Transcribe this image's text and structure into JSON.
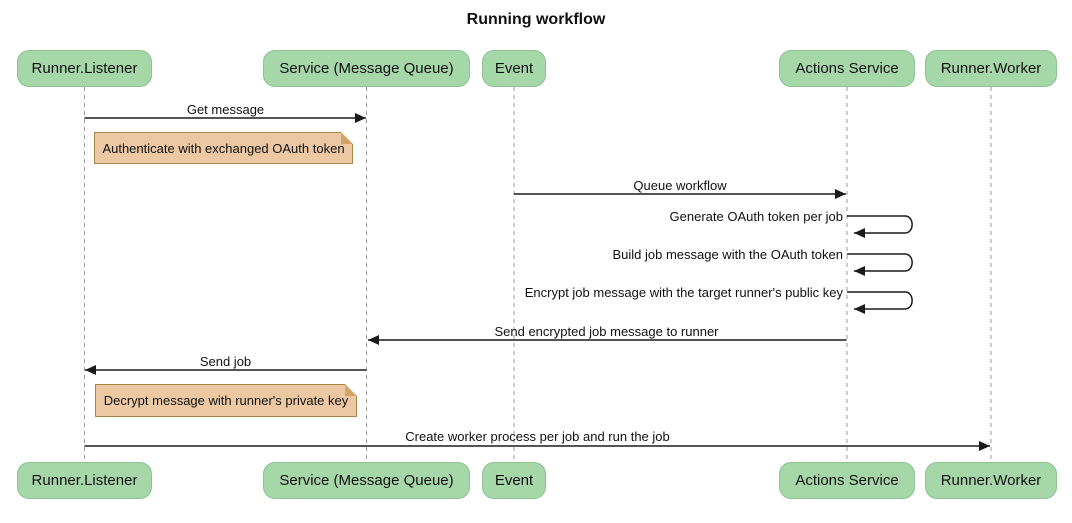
{
  "title": "Running workflow",
  "diagram_type": "sequence",
  "colors": {
    "actor_fill": "#a6d7a8",
    "actor_border": "#8fc193",
    "note_fill": "#ecc9a2",
    "note_border": "#aa8546",
    "lifeline": "#9b9b9b",
    "arrow": "#1b1b1b",
    "background": "#ffffff"
  },
  "participants": [
    {
      "name": "Runner.Listener"
    },
    {
      "name": "Service (Message Queue)"
    },
    {
      "name": "Event"
    },
    {
      "name": "Actions Service"
    },
    {
      "name": "Runner.Worker"
    }
  ],
  "messages": [
    {
      "label": "Get message",
      "from": "Runner.Listener",
      "to": "Service (Message Queue)",
      "type": "solid-arrow"
    },
    {
      "label": "Queue workflow",
      "from": "Event",
      "to": "Actions Service",
      "type": "solid-arrow"
    },
    {
      "label": "Generate OAuth token per job",
      "from": "Actions Service",
      "to": "Actions Service",
      "type": "self-loop"
    },
    {
      "label": "Build job message with the OAuth token",
      "from": "Actions Service",
      "to": "Actions Service",
      "type": "self-loop"
    },
    {
      "label": "Encrypt job message with the target runner's public key",
      "from": "Actions Service",
      "to": "Actions Service",
      "type": "self-loop"
    },
    {
      "label": "Send encrypted job message to runner",
      "from": "Actions Service",
      "to": "Service (Message Queue)",
      "type": "solid-arrow"
    },
    {
      "label": "Send job",
      "from": "Service (Message Queue)",
      "to": "Runner.Listener",
      "type": "solid-arrow"
    },
    {
      "label": "Create worker process per job and run the job",
      "from": "Runner.Listener",
      "to": "Runner.Worker",
      "type": "solid-arrow"
    }
  ],
  "notes": [
    {
      "text": "Authenticate with exchanged OAuth token",
      "anchor": "Runner.Listener"
    },
    {
      "text": "Decrypt message with runner's private key",
      "anchor": "Runner.Listener"
    }
  ]
}
